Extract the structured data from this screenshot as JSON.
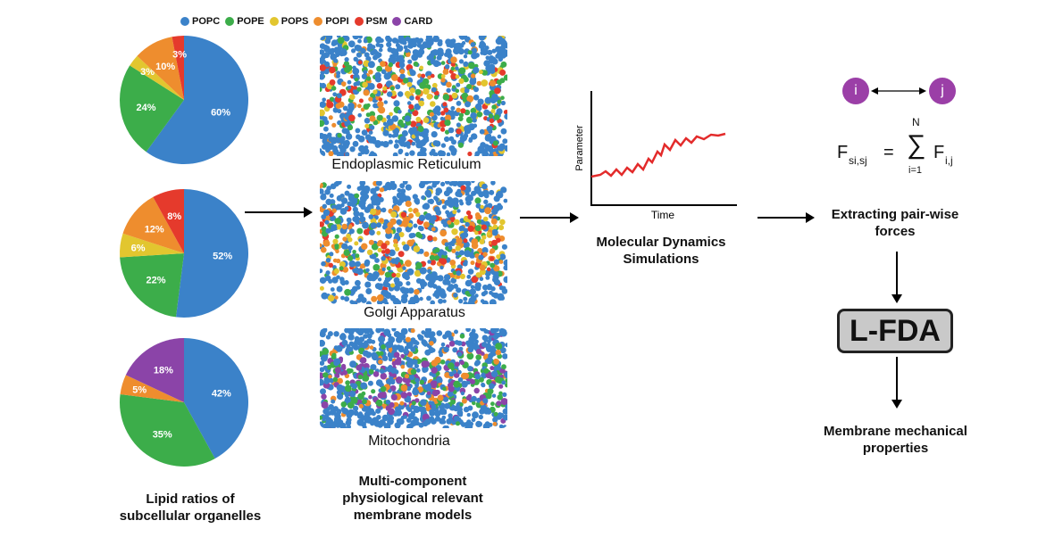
{
  "legend": [
    {
      "label": "POPC",
      "color": "#3b82c9"
    },
    {
      "label": "POPE",
      "color": "#3cad4a"
    },
    {
      "label": "POPS",
      "color": "#e2c62f"
    },
    {
      "label": "POPI",
      "color": "#ee8d2e"
    },
    {
      "label": "PSM",
      "color": "#e53a2c"
    },
    {
      "label": "CARD",
      "color": "#8b44a8"
    }
  ],
  "chart_data": [
    {
      "type": "pie",
      "title": "",
      "slices": [
        {
          "label": "POPC",
          "value": 60,
          "text": "60%"
        },
        {
          "label": "POPE",
          "value": 24,
          "text": "24%"
        },
        {
          "label": "POPS",
          "value": 3,
          "text": "3%"
        },
        {
          "label": "POPI",
          "value": 10,
          "text": "10%"
        },
        {
          "label": "PSM",
          "value": 3,
          "text": "3%"
        }
      ]
    },
    {
      "type": "pie",
      "title": "",
      "slices": [
        {
          "label": "POPC",
          "value": 52,
          "text": "52%"
        },
        {
          "label": "POPE",
          "value": 22,
          "text": "22%"
        },
        {
          "label": "POPS",
          "value": 6,
          "text": "6%"
        },
        {
          "label": "POPI",
          "value": 12,
          "text": "12%"
        },
        {
          "label": "PSM",
          "value": 8,
          "text": "8%"
        }
      ]
    },
    {
      "type": "pie",
      "title": "",
      "slices": [
        {
          "label": "POPC",
          "value": 42,
          "text": "42%"
        },
        {
          "label": "POPE",
          "value": 35,
          "text": "35%"
        },
        {
          "label": "POPI",
          "value": 5,
          "text": "5%"
        },
        {
          "label": "CARD",
          "value": 18,
          "text": "18%"
        }
      ]
    }
  ],
  "captions": {
    "lipid": [
      "Lipid ratios of",
      "subcellular organelles"
    ],
    "models": [
      "Multi-component",
      "physiological relevant",
      "membrane models"
    ],
    "md": [
      "Molecular Dynamics",
      "Simulations"
    ],
    "extract": [
      "Extracting pair-wise",
      "forces"
    ],
    "mech": [
      "Membrane mechanical",
      "properties"
    ]
  },
  "membranes": [
    "Endoplasmic  Reticulum",
    "Golgi Apparatus",
    "Mitochondria"
  ],
  "md_plot": {
    "ylabel": "Parameter",
    "xlabel": "Time"
  },
  "formula": {
    "node_i": "i",
    "node_j": "j",
    "lhs": "F",
    "lhs_sub": "si,sj",
    "eq": "=",
    "sum_top": "N",
    "sigma": "∑",
    "sum_bottom": "i=1",
    "rhs": "F",
    "rhs_sub": "i,j"
  },
  "lfda": "L-FDA"
}
